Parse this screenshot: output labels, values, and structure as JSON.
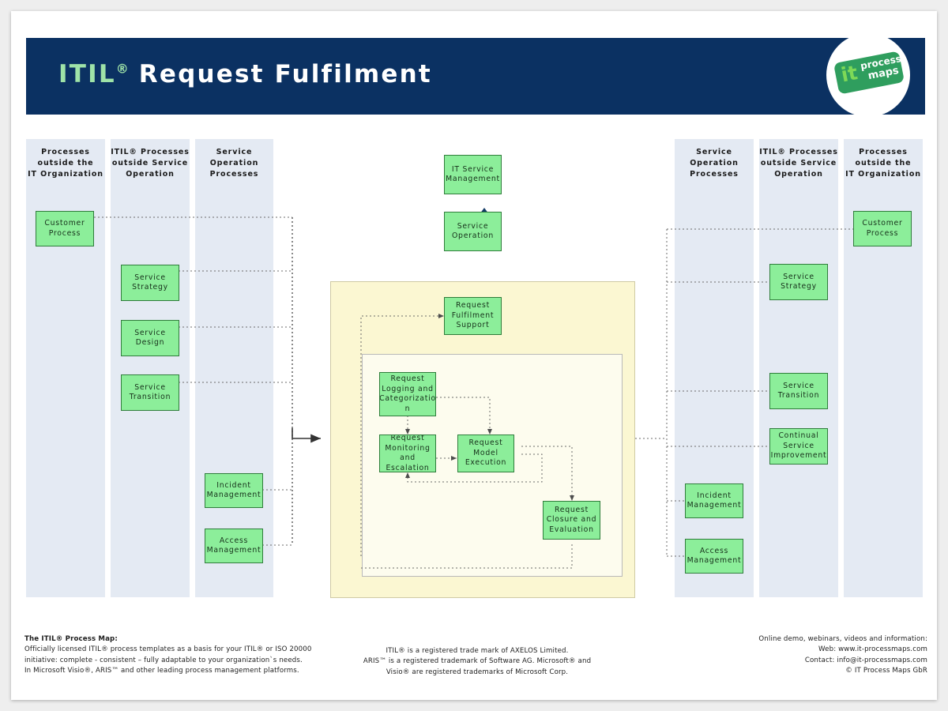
{
  "header": {
    "title_itil": "ITIL",
    "title_reg": "®",
    "title_rest": "Request Fulfilment",
    "logo": {
      "it": "it",
      "process": "process",
      "maps": "maps"
    }
  },
  "lanes": [
    {
      "id": "left-outside-it",
      "title": "Processes\noutside the\nIT Organization"
    },
    {
      "id": "left-itil-outside-so",
      "title": "ITIL® Processes\noutside Service\nOperation"
    },
    {
      "id": "left-service-operation",
      "title": "Service\nOperation\nProcesses"
    },
    {
      "id": "right-service-operation",
      "title": "Service\nOperation\nProcesses"
    },
    {
      "id": "right-itil-outside-so",
      "title": "ITIL® Processes\noutside Service\nOperation"
    },
    {
      "id": "right-outside-it",
      "title": "Processes\noutside the\nIT Organization"
    }
  ],
  "boxes": {
    "left_customer_process": "Customer\nProcess",
    "left_service_strategy": "Service\nStrategy",
    "left_service_design": "Service\nDesign",
    "left_service_transition": "Service\nTransition",
    "left_incident_management": "Incident\nManagement",
    "left_access_management": "Access\nManagement",
    "it_service_management": "IT Service\nManagement",
    "service_operation": "Service\nOperation",
    "request_fulfilment_support": "Request\nFulfilment\nSupport",
    "request_logging": "Request\nLogging and\nCategorizatio\nn",
    "request_monitoring": "Request\nMonitoring\nand\nEscalation",
    "request_model_execution": "Request\nModel\nExecution",
    "request_closure": "Request\nClosure and\nEvaluation",
    "right_service_strategy": "Service\nStrategy",
    "right_service_transition": "Service\nTransition",
    "right_csi": "Continual\nService\nImprovement",
    "right_incident_management": "Incident\nManagement",
    "right_access_management": "Access\nManagement",
    "right_customer_process": "Customer\nProcess"
  },
  "footer": {
    "left_heading": "The ITIL® Process Map:",
    "left_line1": "Officially licensed ITIL® process templates as a basis for your ITIL® or ISO 20000",
    "left_line2": "initiative: complete - consistent – fully adaptable to your organization`s needs.",
    "left_line3": "In Microsoft Visio®, ARIS™ and other leading process management platforms.",
    "center_line1": "ITIL® is a registered trade mark of AXELOS Limited.",
    "center_line2": "ARIS™ is a  registered trademark of Software AG. Microsoft® and",
    "center_line3": "Visio® are registered trademarks of Microsoft Corp.",
    "right_line1": "Online demo, webinars, videos and information:",
    "right_line2": "Web: www.it-processmaps.com",
    "right_line3": "Contact: info@it-processmaps.com",
    "right_line4": "© IT Process Maps GbR"
  },
  "colors": {
    "header_navy": "#0b3162",
    "title_green": "#9fe3a8",
    "lane_bg": "#e4eaf3",
    "box_fill": "#8cee9a",
    "box_border": "#2f7d3b",
    "outer_container": "#fbf7d2",
    "inner_container": "#fdfcee",
    "connector": "#5a5a5a",
    "logo_green": "#2f9e5e"
  }
}
